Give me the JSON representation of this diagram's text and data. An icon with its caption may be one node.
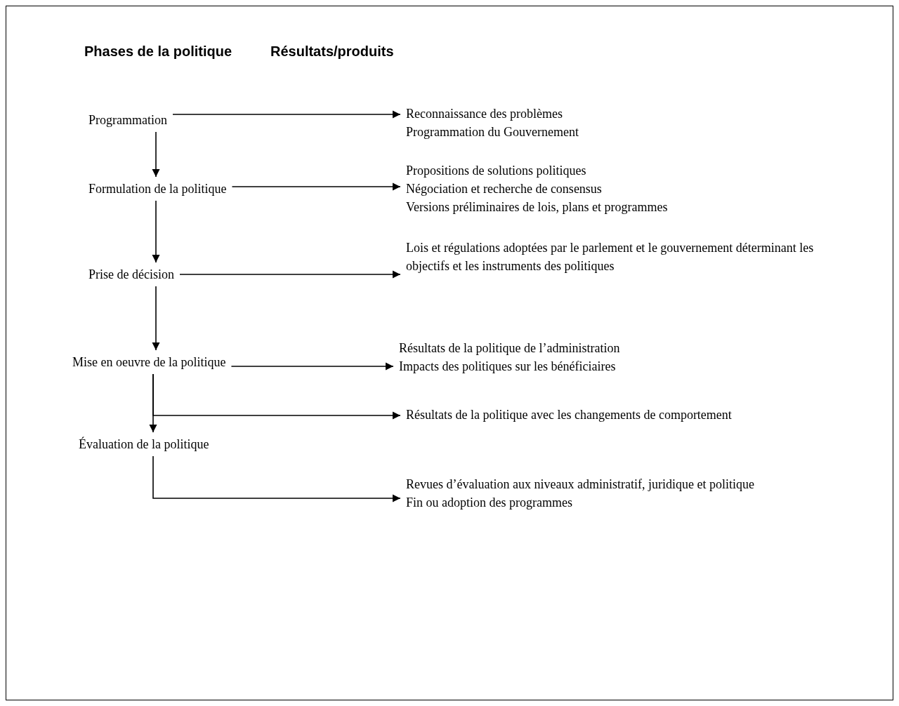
{
  "diagram": {
    "nodes": [
      {
        "text": [
          "Programmation"
        ]
      },
      {
        "text": [
          "Formulation de la politique"
        ]
      },
      {
        "text": [
          "Prise de décision"
        ]
      },
      {
        "text": [
          "Mise en oeuvre de la politique"
        ]
      },
      {
        "text": [
          "Évaluation de la politique"
        ]
      },
      {
        "text": [
          "Reconnaissance des problèmes",
          "Programmation du Gouvernement"
        ]
      },
      {
        "text": [
          "Propositions de solutions politiques",
          "Négociation et recherche de consensus",
          "Versions préliminaires de lois, plans et programmes"
        ]
      },
      {
        "text": [
          "Lois et régulations adoptées par le parlement et le gouvernement déterminant les objectifs et les instruments des politiques"
        ]
      },
      {
        "text": [
          "Résultats de la politique de l’administration",
          "Impacts des politiques sur les bénéficiaires"
        ]
      },
      {
        "text": [
          "Résultats de la politique avec les changements de comportement"
        ]
      },
      {
        "text": [
          "Revues d’évaluation aux niveaux administratif, juridique et politique",
          "Fin ou adoption des programmes"
        ]
      }
    ],
    "edges": [
      {
        "from": 0,
        "to": 5,
        "arrow": "to"
      },
      {
        "from": 0,
        "to": 1,
        "arrow": "to"
      },
      {
        "from": 1,
        "to": 6,
        "arrow": "to"
      },
      {
        "from": 1,
        "to": 2,
        "arrow": "to"
      },
      {
        "from": 2,
        "to": 7,
        "arrow": "to"
      },
      {
        "from": 2,
        "to": 3,
        "arrow": "to"
      },
      {
        "from": 3,
        "to": 8,
        "arrow": "to"
      },
      {
        "from": 3,
        "to": 4,
        "arrow": "to"
      },
      {
        "from": 3,
        "to": 9,
        "arrow": "to"
      },
      {
        "from": 4,
        "to": 10,
        "arrow": "to"
      }
    ],
    "labels": [
      "Phases de la politique",
      "Résultats/produits"
    ]
  }
}
